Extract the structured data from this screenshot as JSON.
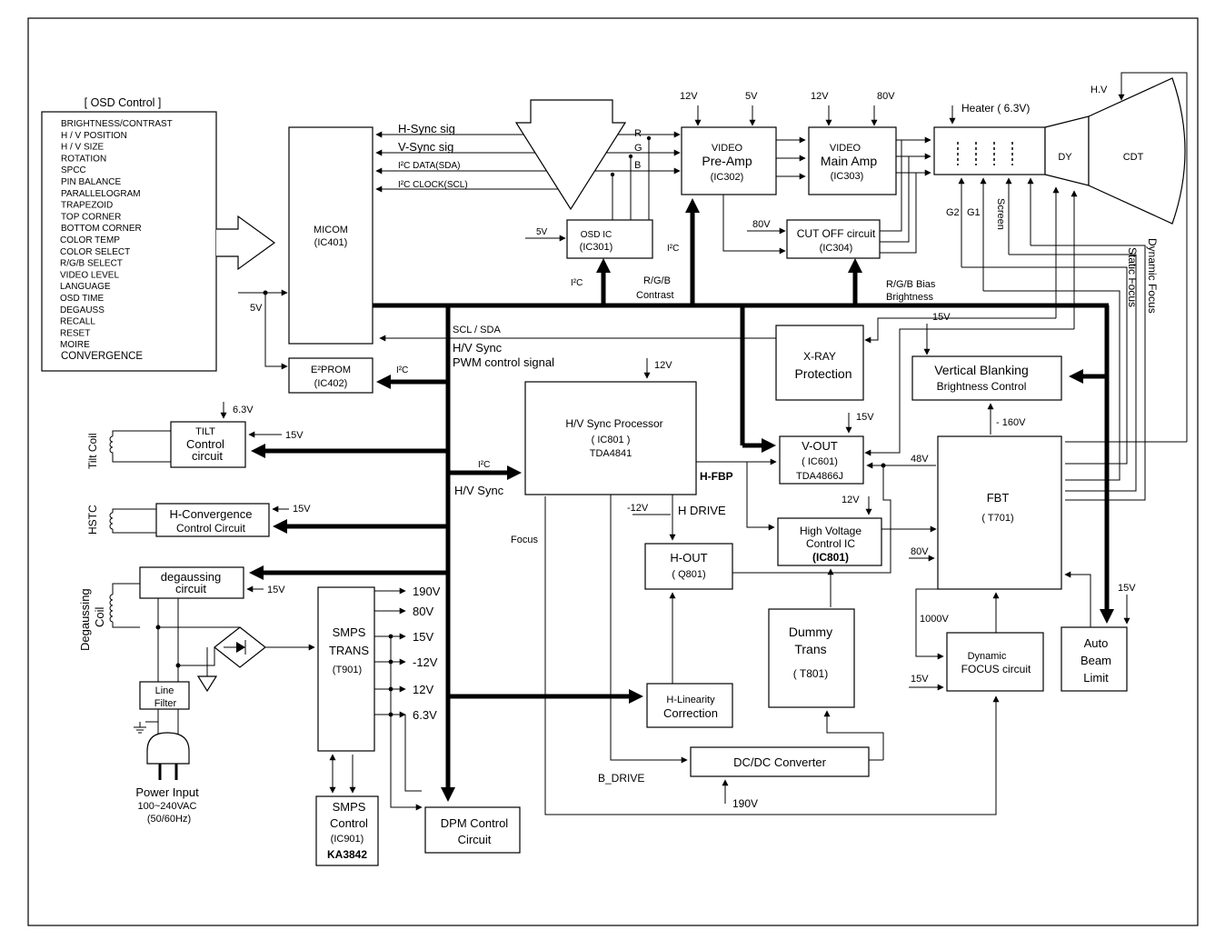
{
  "osd": {
    "title": "[ OSD Control ]",
    "items": [
      "BRIGHTNESS/CONTRAST",
      "H / V POSITION",
      "H / V SIZE",
      "ROTATION",
      "SPCC",
      "PIN BALANCE",
      "PARALLELOGRAM",
      "TRAPEZOID",
      "TOP CORNER",
      "BOTTOM CORNER",
      "COLOR TEMP",
      "COLOR SELECT",
      "R/G/B SELECT",
      "VIDEO LEVEL",
      "LANGUAGE",
      "OSD TIME",
      "DEGAUSS",
      "RECALL",
      "RESET",
      "MOIRE",
      "CONVERGENCE"
    ]
  },
  "blocks": {
    "micom": [
      "MICOM",
      "(IC401)"
    ],
    "eeprom": [
      "E²PROM",
      "(IC402)"
    ],
    "osd_ic": [
      "OSD IC",
      "(IC301)"
    ],
    "preamp": [
      "VIDEO",
      "Pre-Amp",
      "(IC302)"
    ],
    "mainamp": [
      "VIDEO",
      "Main Amp",
      "(IC303)"
    ],
    "cutoff": [
      "CUT OFF circuit",
      "(IC304)"
    ],
    "dy": "DY",
    "cdt": "CDT",
    "xray": [
      "X-RAY",
      "Protection"
    ],
    "vblank": [
      "Vertical Blanking",
      "Brightness Control"
    ],
    "hvsync": [
      "H/V Sync Processor",
      "( IC801 )",
      "TDA4841"
    ],
    "vout": [
      "V-OUT",
      "( IC601)",
      "TDA4866J"
    ],
    "fbt": [
      "FBT",
      "( T701)"
    ],
    "tilt": [
      "TILT",
      "Control",
      "circuit"
    ],
    "hconv": [
      "H-Convergence",
      "Control Circuit"
    ],
    "degauss": [
      "degaussing",
      "circuit"
    ],
    "smps_trans": [
      "SMPS",
      "TRANS",
      "(T901)"
    ],
    "smps_ctrl": [
      "SMPS",
      "Control",
      "(IC901)",
      "KA3842"
    ],
    "hout": [
      "H-OUT",
      "( Q801)"
    ],
    "hvctrl": [
      "High Voltage",
      "Control IC",
      "(IC801)"
    ],
    "dummy": [
      "Dummy",
      "Trans",
      "( T801)"
    ],
    "hlin": [
      "H-Linearity",
      "Correction"
    ],
    "dcdc": "DC/DC Converter",
    "dpm": [
      "DPM Control",
      "Circuit"
    ],
    "dynfocus": [
      "Dynamic",
      "FOCUS circuit"
    ],
    "abl": [
      "Auto",
      "Beam",
      "Limit"
    ],
    "line_filter": [
      "Line",
      "Filter"
    ]
  },
  "labels": {
    "hsync": "H-Sync sig",
    "vsync": "V-Sync sig",
    "sda": "I²C DATA(SDA)",
    "scl": "I²C CLOCK(SCL)",
    "r": "R",
    "g": "G",
    "b": "B",
    "v5_micom": "5V",
    "v5_osd": "5V",
    "i2c_osd": "I²C",
    "i2c_pre": "I²C",
    "i2c_eeprom": "I²C",
    "i2c_hv": "I²C",
    "rgb_contrast": [
      "R/G/B",
      "Contrast"
    ],
    "rgb_bias": [
      "R/G/B Bias",
      "Brightness"
    ],
    "v12_pre": "12V",
    "v5_pre": "5V",
    "v12_main": "12V",
    "v80_main": "80V",
    "v80_cutoff": "80V",
    "heater": "Heater ( 6.3V)",
    "hv": "H.V",
    "g2": "G2",
    "g1": "G1",
    "screen": "Screen",
    "dyn_focus": "Dynamic Focus",
    "static_focus": "Static Focus",
    "scl_sda": "SCL / SDA",
    "hv_sync1": "H/V Sync",
    "pwm": "PWM control signal",
    "v12_hv": "12V",
    "v15_vblank": "15V",
    "v160": "- 160V",
    "v15_vout": "15V",
    "v48": "48V",
    "hfbp": "H-FBP",
    "hv_sync2": "H/V Sync",
    "v12_hout": "-12V",
    "hdrive": "H DRIVE",
    "v12_hvctrl": "12V",
    "v80_fbt": "80V",
    "focus": "Focus",
    "v63_tilt": "6.3V",
    "v15_tilt": "15V",
    "tilt_coil": "Tilt Coil",
    "hstc": "HSTC",
    "v15_hconv": "15V",
    "v15_deg": "15V",
    "degauss_coil": [
      "Degaussing",
      "Coil"
    ],
    "smps_out": [
      "190V",
      "80V",
      "15V",
      "-12V",
      "12V",
      "6.3V"
    ],
    "v1000": "1000V",
    "v15_dyn": "15V",
    "v15_abl": "15V",
    "bdrive": "B_DRIVE",
    "v190_dcdc": "190V",
    "power": [
      "Power Input",
      "100~240VAC",
      "(50/60Hz)"
    ]
  }
}
